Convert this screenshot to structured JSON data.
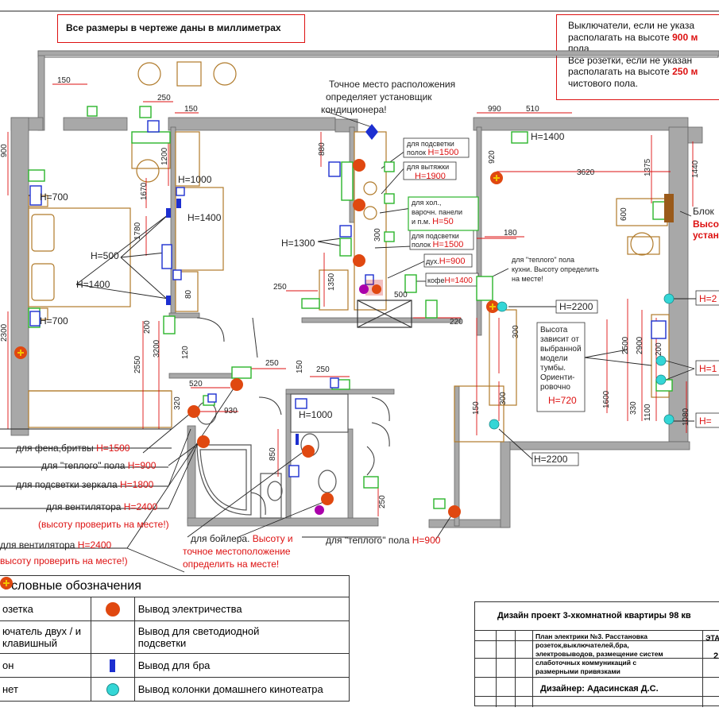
{
  "header_note": "Все размеры в чертеже даны в миллиметрах",
  "general_note": {
    "line1a": "Выключатели, если не указа",
    "line2a": "располагать на высоте ",
    "line2b": "900 м",
    "line3": "пола.",
    "line4a": "Все розетки, если не указан",
    "line5a": "располагать на высоте ",
    "line5b": "250 м",
    "line6": "чистового пола."
  },
  "ac_note": [
    "Точное место расположения",
    "определяет установщик",
    "кондиционера!"
  ],
  "dims": {
    "d150a": "150",
    "d250a": "250",
    "d150b": "150",
    "d990": "990",
    "d510": "510",
    "d1400a": "H=1400",
    "d920": "920",
    "d3620": "3620",
    "d1375": "1375",
    "d1440": "1440",
    "d900": "900",
    "d1670": "1670",
    "d1200": "1200",
    "d1780": "1780",
    "d880": "880",
    "d600": "600",
    "d180": "180",
    "d1350": "1350",
    "d300a": "300",
    "d220": "220",
    "d500": "500",
    "d250b": "250",
    "d80": "80",
    "d200a": "200",
    "d3200": "3200",
    "d120": "120",
    "d2550": "2550",
    "d2300": "2300",
    "d250c": "250",
    "d150c": "150",
    "d250d": "250",
    "d520": "520",
    "d320": "320",
    "d930": "930",
    "d850": "850",
    "d250e": "250",
    "d150d": "150",
    "d300b": "300",
    "d300c": "300",
    "d1600": "1600",
    "d2500": "2500",
    "d2900": "2900",
    "d1100": "1100",
    "d330": "330",
    "d200b": "200",
    "d1080": "1080"
  },
  "heights": {
    "h700a": "H=700",
    "h1000": "H=1000",
    "h1400b": "H=1400",
    "h500": "H=500",
    "h1400c": "H=1400",
    "h700b": "H=700",
    "h1300": "H=1300",
    "h2200a": "H=2200",
    "h2200b": "H=2200",
    "h1000b": "H=1000",
    "h720": "H=720"
  },
  "callouts": {
    "kit1a": "для подсветки",
    "kit1b": "полок ",
    "kit1h": "H=1500",
    "kit2a": "для вытяжки",
    "kit2h": "H=1900",
    "kit3a": "для хол.,",
    "kit3b": "варочн. панели",
    "kit3c": "и п.м. ",
    "kit3h": "H=50",
    "kit4a": "для подсветки",
    "kit4b": "полок ",
    "kit4h": "H=1500",
    "kit5a": "дух.",
    "kit5h": "H=900",
    "kit6a": "кофе",
    "kit6h": "H=1400",
    "floor1": [
      "для \"теплого\" пола",
      "кухни. Высоту определить",
      "на месте!"
    ],
    "tv": [
      "Высота",
      "зависит от",
      "выбранной",
      "модели",
      "тумбы.",
      "Ориенти-",
      "ровочно"
    ],
    "block_a": "Блок",
    "block_b": "Высот",
    "block_c": "устан",
    "h2r1": "H=2",
    "h2r2": "H=1",
    "h2r3": "H="
  },
  "bath_notes": [
    {
      "t": "для фена,бритвы ",
      "h": "H=1500"
    },
    {
      "t": "для \"теплого\" пола ",
      "h": "H=900"
    },
    {
      "t": "для подсветки зеркала ",
      "h": "H=1800"
    },
    {
      "t": "для вентилятора ",
      "h": "H=2400"
    },
    {
      "t": "(высоту проверить на месте!)",
      "h": ""
    },
    {
      "t": "для вентилятора ",
      "h": "H=2400"
    },
    {
      "t": "высоту проверить на месте!)",
      "h": ""
    }
  ],
  "boiler_note": {
    "a": "для бойлера. ",
    "b": "Высоту и",
    "c": "точное местоположение",
    "d": "определить на месте!"
  },
  "floor_note2": {
    "t": "для \"теплого\" пола ",
    "h": "H=900"
  },
  "legend": {
    "title": "Условные обозначения",
    "rows": [
      {
        "left": "озетка",
        "right": "Вывод электричества"
      },
      {
        "left": "ючатель двух / и\nклавишный",
        "right": "Вывод для светодиодной\nподсветки"
      },
      {
        "left": "он",
        "right": "Вывод для бра"
      },
      {
        "left": "нет",
        "right": "Вывод колонки домашнего кинотеатра"
      }
    ]
  },
  "stamp": {
    "title": "Дизайн  проект 3-хкомнатной квартиры 98 кв",
    "desc": [
      "План электрики №3. Расстановка",
      "розеток,выключателей,бра,",
      "электровыводов, размещение систем",
      "слаботочных коммуникаций с",
      "размерными привязками"
    ],
    "designer": "Дизайнер:   Адасинская Д.С.",
    "stage": "ЭТА",
    "num": "2"
  },
  "colors": {
    "wall": "#9a9a9a",
    "red": "#d11",
    "green": "#2bb52b",
    "blue": "#1d2fd0",
    "cyan": "#34d6d6",
    "brown": "#9a6a2a"
  }
}
